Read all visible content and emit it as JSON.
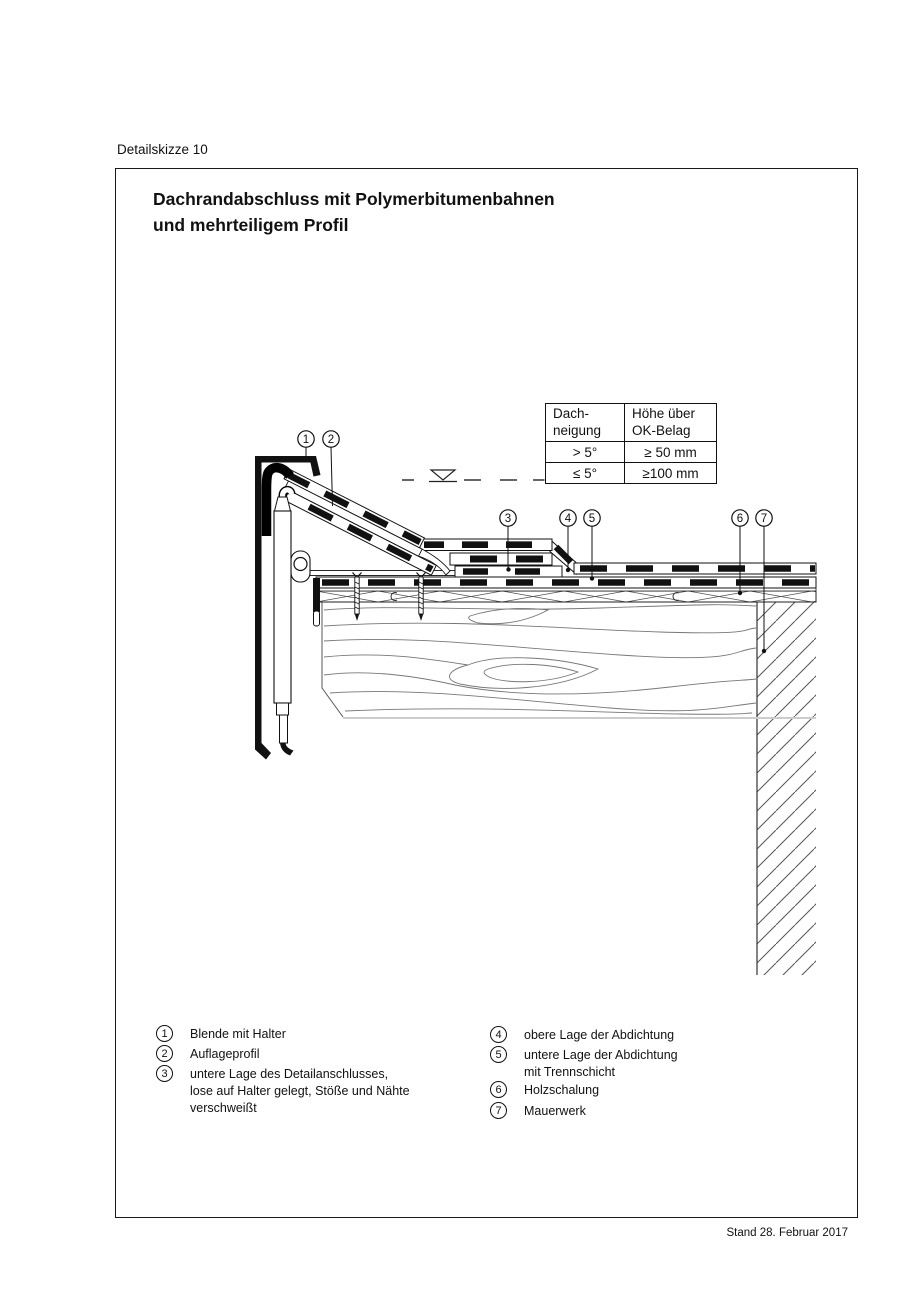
{
  "page": {
    "sketch_label": "Detailskizze 10",
    "title_line1": "Dachrandabschluss mit Polymerbitumenbahnen",
    "title_line2": "und mehrteiligem Profil",
    "footer": "Stand 28. Februar 2017"
  },
  "table": {
    "col1": [
      "Dach-",
      "neigung"
    ],
    "col2": [
      "Höhe über",
      "OK-Belag"
    ],
    "rows": [
      {
        "slope": "> 5°",
        "height": "≥ 50 mm"
      },
      {
        "slope": "≤ 5°",
        "height": "≥100 mm"
      }
    ]
  },
  "callouts": {
    "c1": "1",
    "c2": "2",
    "c3": "3",
    "c4": "4",
    "c5": "5",
    "c6": "6",
    "c7": "7"
  },
  "legend": {
    "left": [
      {
        "num": "1",
        "lines": [
          "Blende mit Halter"
        ]
      },
      {
        "num": "2",
        "lines": [
          "Auflageprofil"
        ]
      },
      {
        "num": "3",
        "lines": [
          "untere Lage des Detailanschlusses,",
          "lose auf Halter gelegt, Stöße und Nähte",
          "verschweißt"
        ]
      }
    ],
    "right": [
      {
        "num": "4",
        "lines": [
          "obere Lage der Abdichtung"
        ]
      },
      {
        "num": "5",
        "lines": [
          "untere Lage der Abdichtung",
          "mit Trennschicht"
        ]
      },
      {
        "num": "6",
        "lines": [
          "Holzschalung"
        ]
      },
      {
        "num": "7",
        "lines": [
          "Mauerwerk"
        ]
      }
    ]
  },
  "colors": {
    "ink": "#111111",
    "light_gray_line": "#cccccc"
  }
}
